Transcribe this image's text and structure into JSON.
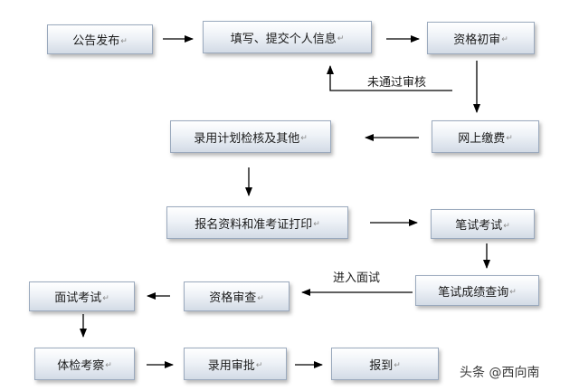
{
  "flowchart": {
    "nodes": {
      "announce": "公告发布",
      "fill_submit": "填写、提交个人信息",
      "initial_review": "资格初审",
      "online_payment": "网上缴费",
      "hiring_plan_check": "录用计划检核及其他",
      "register_print": "报名资料和准考证打印",
      "written_exam": "笔试考试",
      "written_score_query": "笔试成绩查询",
      "qualification_review": "资格审查",
      "interview": "面试考试",
      "physical_exam": "体检考察",
      "hiring_approval": "录用审批",
      "report": "报到"
    },
    "edge_labels": {
      "not_passed": "未通过审核",
      "enter_interview": "进入面试"
    },
    "paragraph_mark": "↵"
  },
  "watermark": "头条 @西向南"
}
